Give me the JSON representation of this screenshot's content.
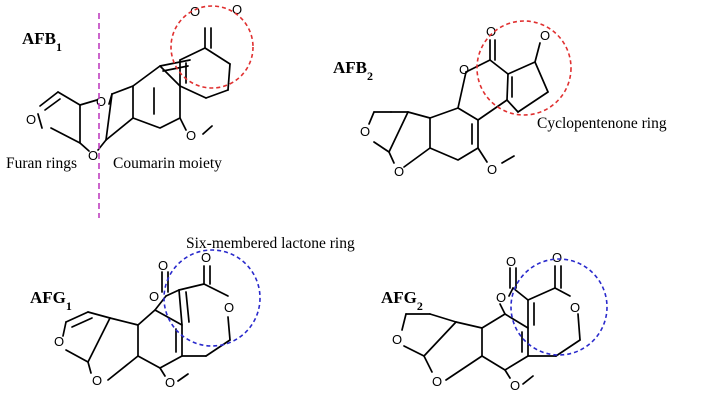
{
  "molecules": [
    {
      "id": "afb1",
      "name_main": "AFB",
      "name_sub": "1"
    },
    {
      "id": "afb2",
      "name_main": "AFB",
      "name_sub": "2"
    },
    {
      "id": "afg1",
      "name_main": "AFG",
      "name_sub": "1"
    },
    {
      "id": "afg2",
      "name_main": "AFG",
      "name_sub": "2"
    }
  ],
  "atom_labels": {
    "oxygen": "O"
  },
  "annotations": {
    "furan": "Furan rings",
    "coumarin": "Coumarin moiety",
    "cyclopentenone": "Cyclopentenone ring",
    "lactone": "Six-membered lactone ring"
  },
  "colors": {
    "cyclopentenone_circle": "#e03030",
    "lactone_circle": "#2a2acc",
    "divider": "#c040c0",
    "structure": "#000000"
  }
}
